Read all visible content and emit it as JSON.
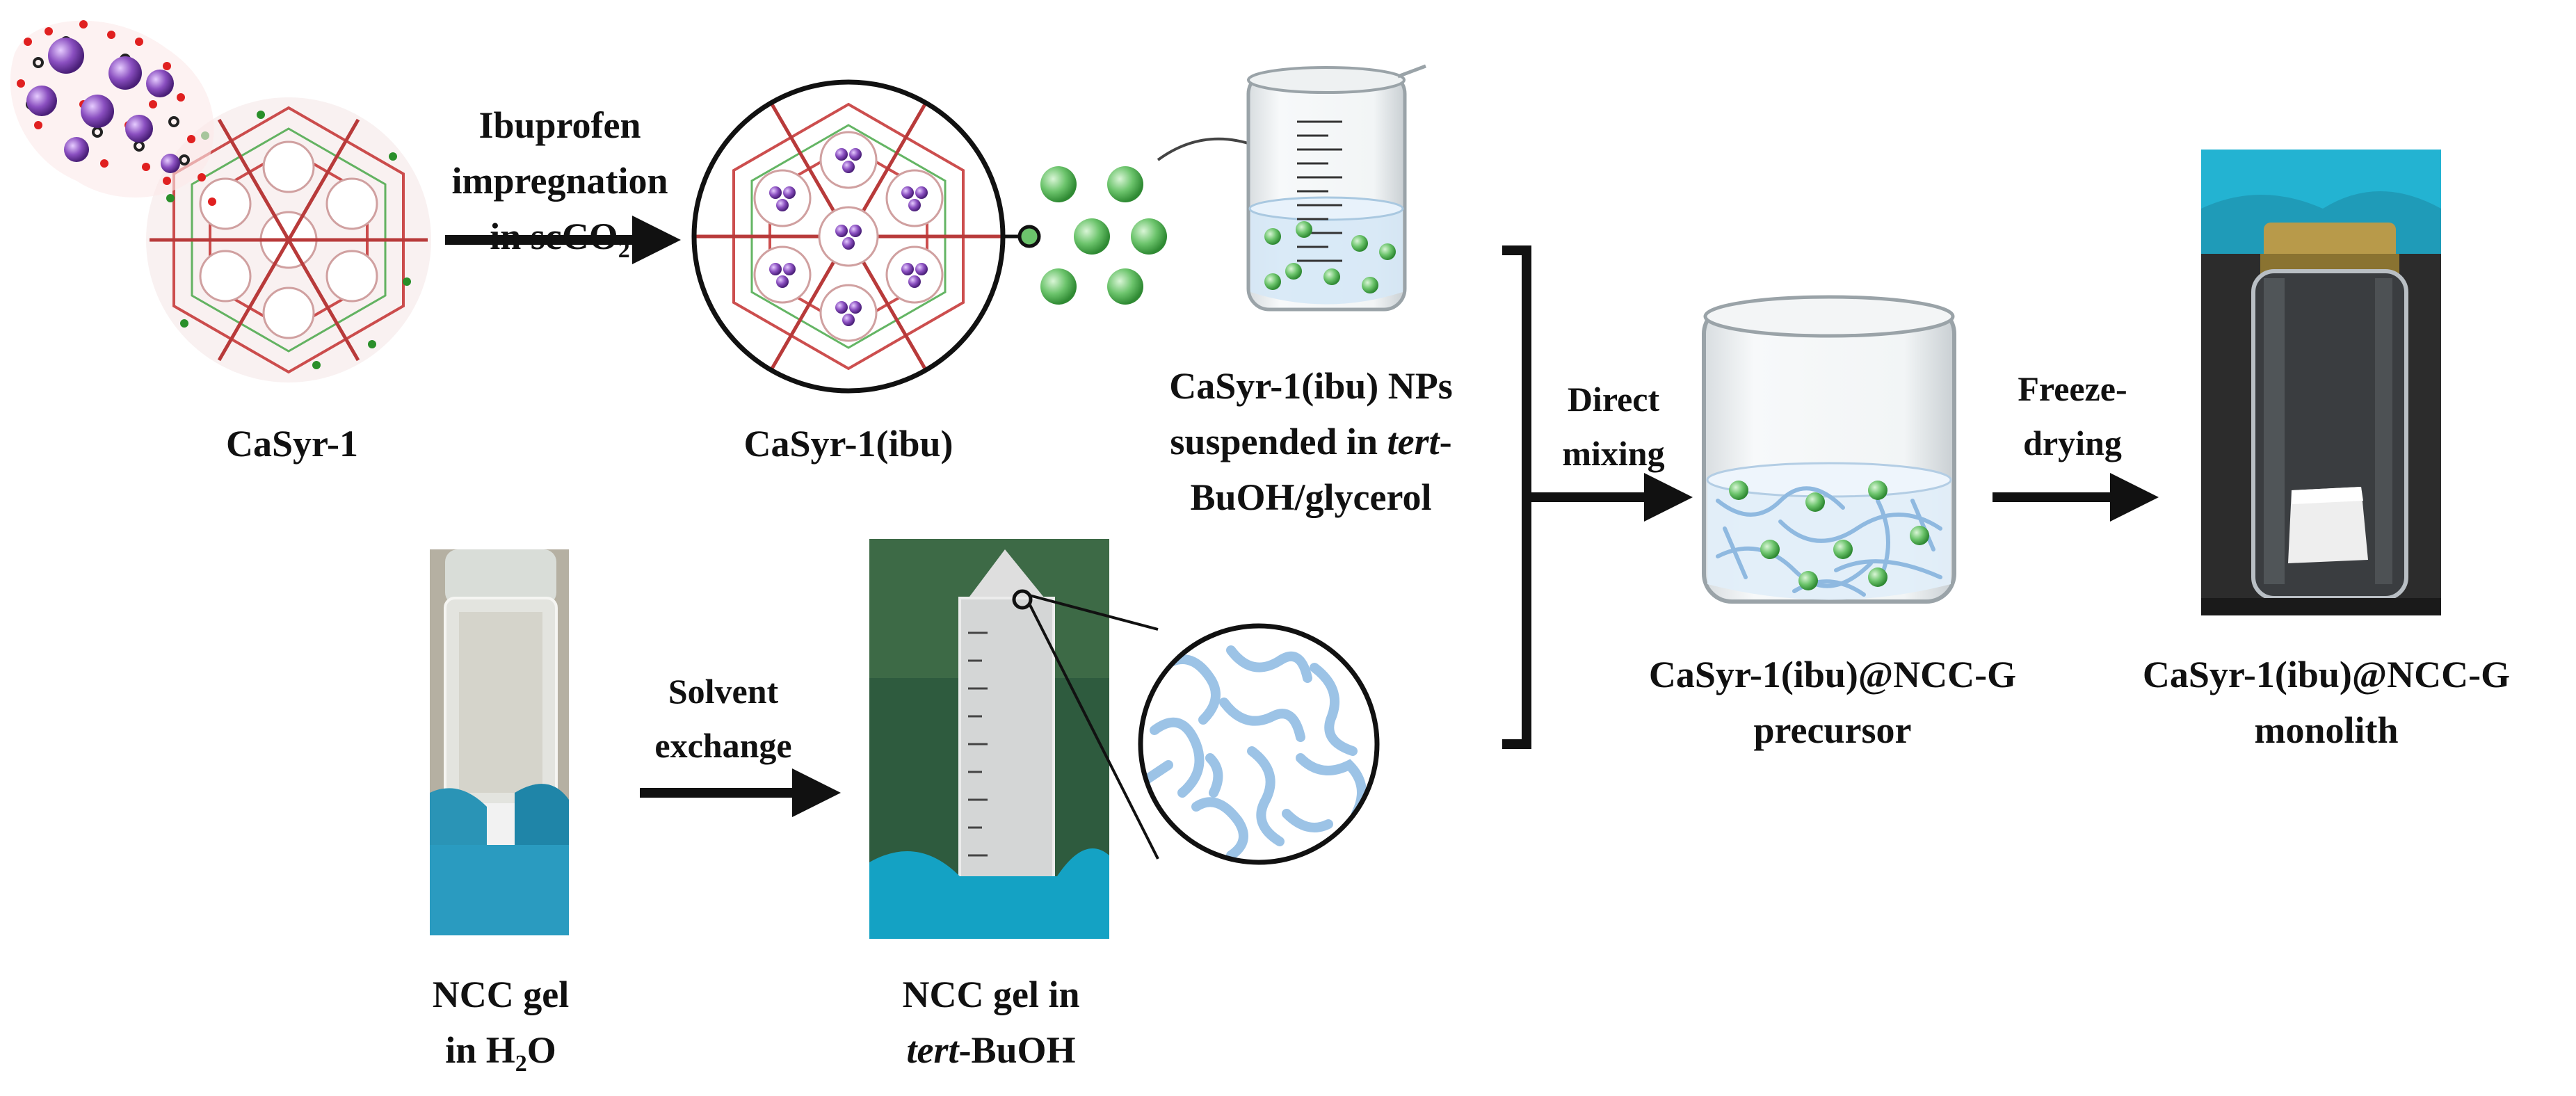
{
  "labels": {
    "casyr1": "CaSyr-1",
    "casyr1_ibu": "CaSyr-1(ibu)",
    "step1_line1": "Ibuprofen",
    "step1_line2": "impregnation",
    "step1_line3_pre": "in scCO",
    "step1_line3_sub": "2",
    "np_line1": "CaSyr-1(ibu) NPs",
    "np_line2_pre": "suspended in ",
    "np_line2_it": "tert",
    "np_line2_post": "-",
    "np_line3": "BuOH/glycerol",
    "direct_line1": "Direct",
    "direct_line2": "mixing",
    "freeze_line1": "Freeze-",
    "freeze_line2": "drying",
    "precursor_line1": "CaSyr-1(ibu)@NCC-G",
    "precursor_line2": "precursor",
    "monolith_line1": "CaSyr-1(ibu)@NCC-G",
    "monolith_line2": "monolith",
    "solvent_line1": "Solvent",
    "solvent_line2": "exchange",
    "ncc_h2o_line1": "NCC gel",
    "ncc_h2o_line2_pre": "in H",
    "ncc_h2o_line2_sub": "2",
    "ncc_h2o_line2_post": "O",
    "ncc_tbuoh_line1": "NCC gel in",
    "ncc_tbuoh_line2_it": "tert",
    "ncc_tbuoh_line2_post": "-BuOH"
  },
  "colors": {
    "nanoparticle": "#6cc46c",
    "framework_red": "#d23a3a",
    "framework_green": "#3da33d",
    "ibuprofen_purple": "#8a4fc0",
    "co2_red": "#e02020",
    "fiber_blue": "#9cc3e6",
    "glove_blue": "#18a7c8"
  }
}
